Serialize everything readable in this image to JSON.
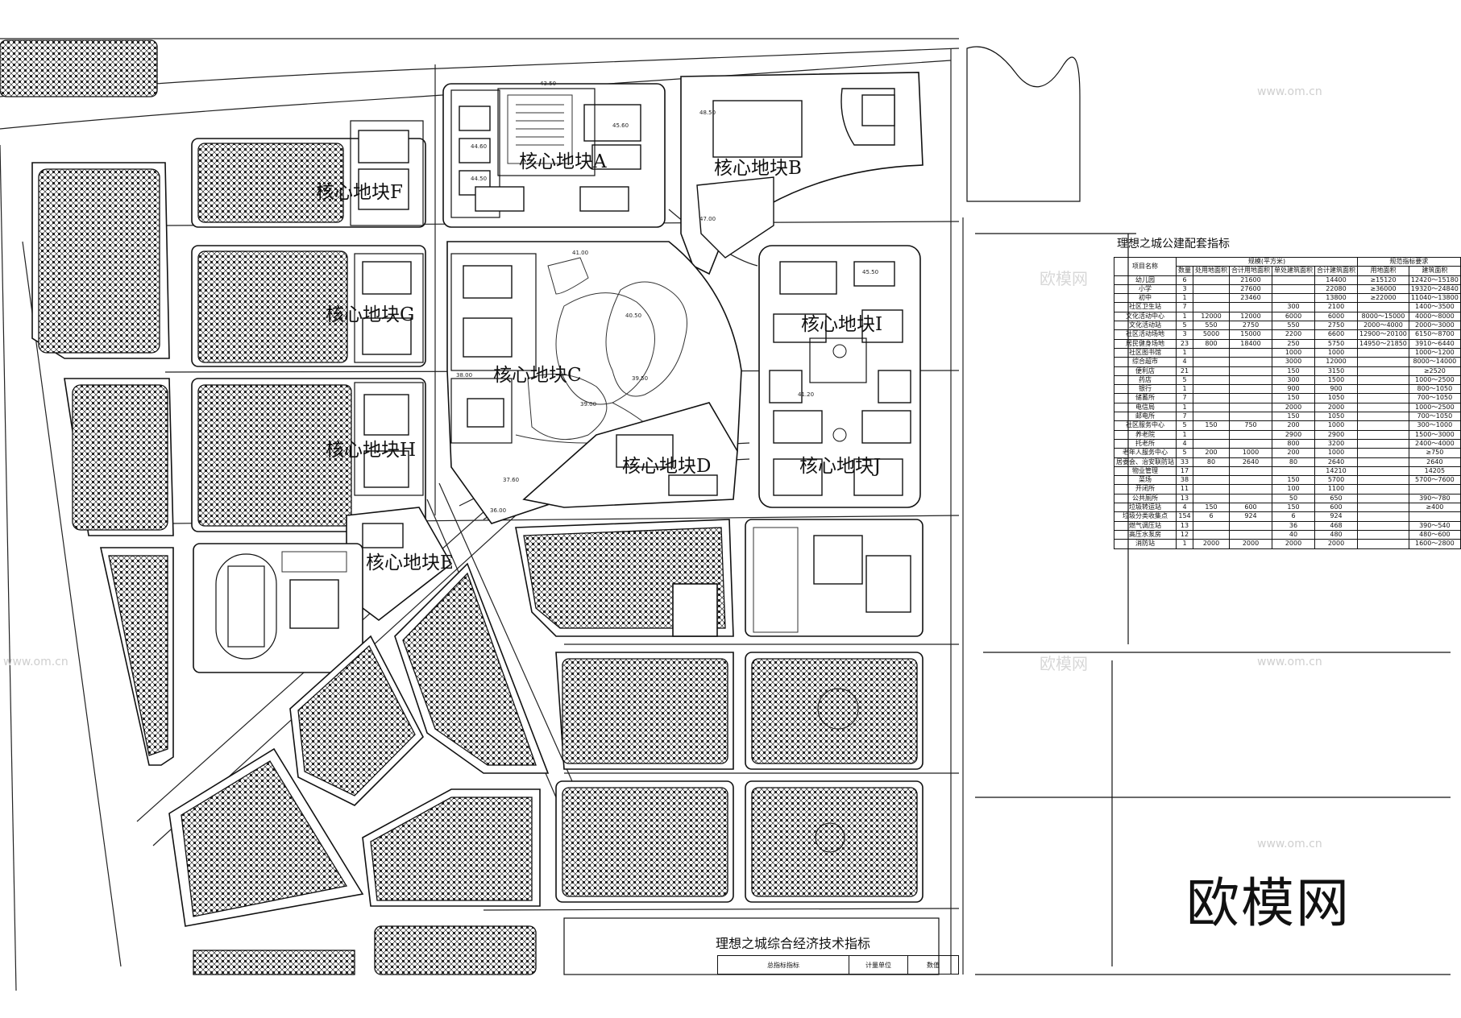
{
  "core_plots": [
    {
      "id": "A",
      "label": "核心地块A"
    },
    {
      "id": "B",
      "label": "核心地块B"
    },
    {
      "id": "C",
      "label": "核心地块C"
    },
    {
      "id": "D",
      "label": "核心地块D"
    },
    {
      "id": "E",
      "label": "核心地块E"
    },
    {
      "id": "F",
      "label": "核心地块F"
    },
    {
      "id": "G",
      "label": "核心地块G"
    },
    {
      "id": "H",
      "label": "核心地块H"
    },
    {
      "id": "I",
      "label": "核心地块I"
    },
    {
      "id": "J",
      "label": "核心地块J"
    }
  ],
  "elevations": [
    "48.50",
    "44.60",
    "45.60",
    "44.50",
    "43.50",
    "47.00",
    "41.00",
    "40.50",
    "39.50",
    "38.00",
    "37.60",
    "36.00",
    "45.50",
    "41.20",
    "39.00"
  ],
  "public_facilities_table": {
    "title": "理想之城公建配套指标",
    "header_row1": [
      "项目名称",
      "规模(平方米)",
      "",
      "",
      "",
      "",
      "规范指标要求",
      ""
    ],
    "header_row2": [
      "",
      "数量",
      "处用地面积",
      "合计用地面积",
      "单处建筑面积",
      "合计建筑面积",
      "用地面积",
      "建筑面积"
    ],
    "rows": [
      [
        "幼儿园",
        "6",
        "",
        "21600",
        "",
        "14400",
        "≥15120",
        "12420～15180"
      ],
      [
        "小学",
        "3",
        "",
        "27600",
        "",
        "22080",
        "≥36000",
        "19320～24840"
      ],
      [
        "初中",
        "1",
        "",
        "23460",
        "",
        "13800",
        "≥22000",
        "11040～13800"
      ],
      [
        "社区卫生站",
        "7",
        "",
        "",
        "300",
        "2100",
        "",
        "1400～3500"
      ],
      [
        "文化活动中心",
        "1",
        "12000",
        "12000",
        "6000",
        "6000",
        "8000～15000",
        "4000～8000"
      ],
      [
        "文化活动站",
        "5",
        "550",
        "2750",
        "550",
        "2750",
        "2000～4000",
        "2000～3000"
      ],
      [
        "社区活动场地",
        "3",
        "5000",
        "15000",
        "2200",
        "6600",
        "12900～20100",
        "6150～8700"
      ],
      [
        "居民健身场地",
        "23",
        "800",
        "18400",
        "250",
        "5750",
        "14950～21850",
        "3910～6440"
      ],
      [
        "社区图书馆",
        "1",
        "",
        "",
        "1000",
        "1000",
        "",
        "1000～1200"
      ],
      [
        "综合超市",
        "4",
        "",
        "",
        "3000",
        "12000",
        "",
        "8000～14000"
      ],
      [
        "便利店",
        "21",
        "",
        "",
        "150",
        "3150",
        "",
        "≥2520"
      ],
      [
        "药店",
        "5",
        "",
        "",
        "300",
        "1500",
        "",
        "1000～2500"
      ],
      [
        "银行",
        "1",
        "",
        "",
        "900",
        "900",
        "",
        "800～1050"
      ],
      [
        "储蓄所",
        "7",
        "",
        "",
        "150",
        "1050",
        "",
        "700～1050"
      ],
      [
        "电信局",
        "1",
        "",
        "",
        "2000",
        "2000",
        "",
        "1000～2500"
      ],
      [
        "邮电所",
        "7",
        "",
        "",
        "150",
        "1050",
        "",
        "700～1050"
      ],
      [
        "社区服务中心",
        "5",
        "150",
        "750",
        "200",
        "1000",
        "",
        "300～1000"
      ],
      [
        "养老院",
        "1",
        "",
        "",
        "2900",
        "2900",
        "",
        "1500～3000"
      ],
      [
        "托老所",
        "4",
        "",
        "",
        "800",
        "3200",
        "",
        "2400～4000"
      ],
      [
        "老年人服务中心",
        "5",
        "200",
        "1000",
        "200",
        "1000",
        "",
        "≥750"
      ],
      [
        "居委会、治安联防站",
        "33",
        "80",
        "2640",
        "80",
        "2640",
        "",
        "2640"
      ],
      [
        "物业管理",
        "17",
        "",
        "",
        "",
        "14210",
        "",
        "14205"
      ],
      [
        "菜场",
        "38",
        "",
        "",
        "150",
        "5700",
        "",
        "5700～7600"
      ],
      [
        "开闭所",
        "11",
        "",
        "",
        "100",
        "1100",
        "",
        ""
      ],
      [
        "公共厕所",
        "13",
        "",
        "",
        "50",
        "650",
        "",
        "390～780"
      ],
      [
        "垃圾转运站",
        "4",
        "150",
        "600",
        "150",
        "600",
        "",
        "≥400"
      ],
      [
        "垃圾分类收集点",
        "154",
        "6",
        "924",
        "6",
        "924",
        "",
        ""
      ],
      [
        "燃气调压站",
        "13",
        "",
        "",
        "36",
        "468",
        "",
        "390～540"
      ],
      [
        "高压水泵房",
        "12",
        "",
        "",
        "40",
        "480",
        "",
        "480～600"
      ],
      [
        "消防站",
        "1",
        "2000",
        "2000",
        "2000",
        "2000",
        "",
        "1600～2800"
      ]
    ]
  },
  "econ_table": {
    "title": "理想之城综合经济技术指标",
    "headers": [
      "总指标指标",
      "计量单位",
      "数值"
    ]
  },
  "watermarks": {
    "brand": "欧模网",
    "url": "www.om.cn",
    "logo": "欧模网"
  }
}
